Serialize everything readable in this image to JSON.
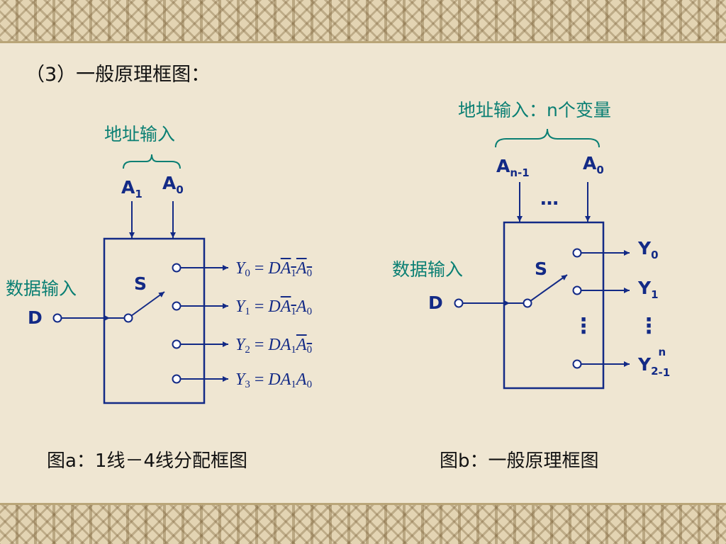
{
  "heading": "（3）一般原理框图：",
  "fig_a": {
    "address_label": "地址输入",
    "inputs": [
      "A",
      "A"
    ],
    "input_subs": [
      "1",
      "0"
    ],
    "switch_label": "S",
    "data_label": "数据输入",
    "data_input": "D",
    "equations": [
      {
        "lhs": "Y",
        "lhs_sub": "0",
        "eq": "=",
        "d": "D",
        "a1": "A",
        "a1_sub": "1",
        "a0": "A",
        "a0_sub": "0"
      },
      {
        "lhs": "Y",
        "lhs_sub": "1",
        "eq": "=",
        "d": "D",
        "a1": "A",
        "a1_sub": "1",
        "a0": "A",
        "a0_sub": "0"
      },
      {
        "lhs": "Y",
        "lhs_sub": "2",
        "eq": "=",
        "d": "D",
        "a1": "A",
        "a1_sub": "1",
        "a0": "A",
        "a0_sub": "0"
      },
      {
        "lhs": "Y",
        "lhs_sub": "3",
        "eq": "=",
        "d": "D",
        "a1": "A",
        "a1_sub": "1",
        "a0": "A",
        "a0_sub": "0"
      }
    ],
    "caption": "图a：1线－4线分配框图"
  },
  "fig_b": {
    "address_label": "地址输入：n个变量",
    "input_high": "A",
    "input_high_sub": "n-1",
    "input_low": "A",
    "input_low_sub": "0",
    "input_ellipsis": "…",
    "switch_label": "S",
    "data_label": "数据输入",
    "data_input": "D",
    "output_y0": "Y",
    "output_y0_sub": "0",
    "output_y1": "Y",
    "output_y1_sub": "1",
    "output_last": "Y",
    "output_last_sub": "2",
    "output_last_sup": "n",
    "output_last_sub2": "-1",
    "output_ellipsis": "⋮",
    "caption": "图b：一般原理框图"
  },
  "colors": {
    "background": "#efe6d2",
    "wire": "#132a86",
    "teal_text": "#0a7f73",
    "black_text": "#111111"
  }
}
